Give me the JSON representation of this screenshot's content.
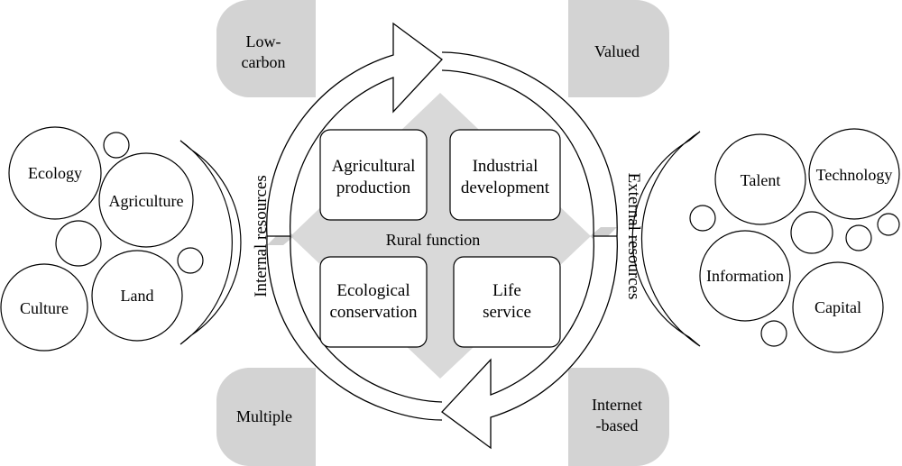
{
  "diagram": {
    "center_label": "Rural function",
    "functions": {
      "agricultural_production": [
        "Agricultural",
        "production"
      ],
      "industrial_development": [
        "Industrial",
        "development"
      ],
      "ecological_conservation": [
        "Ecological",
        "conservation"
      ],
      "life_service": [
        "Life",
        "service"
      ]
    },
    "corner_tags": {
      "low_carbon": [
        "Low-",
        "carbon"
      ],
      "valued": [
        "Valued"
      ],
      "multiple": [
        "Multiple"
      ],
      "internet_based": [
        "Internet",
        "-based"
      ]
    },
    "internal_resources": {
      "label": "Internal resources",
      "items": [
        "Ecology",
        "Agriculture",
        "Culture",
        "Land"
      ]
    },
    "external_resources": {
      "label": "External resources",
      "items": [
        "Talent",
        "Technology",
        "Information",
        "Capital"
      ]
    },
    "colors": {
      "gray_fill": "#d3d3d3",
      "diamond_fill": "#d9d9d9",
      "stroke": "#000000",
      "background": "#ffffff"
    }
  }
}
